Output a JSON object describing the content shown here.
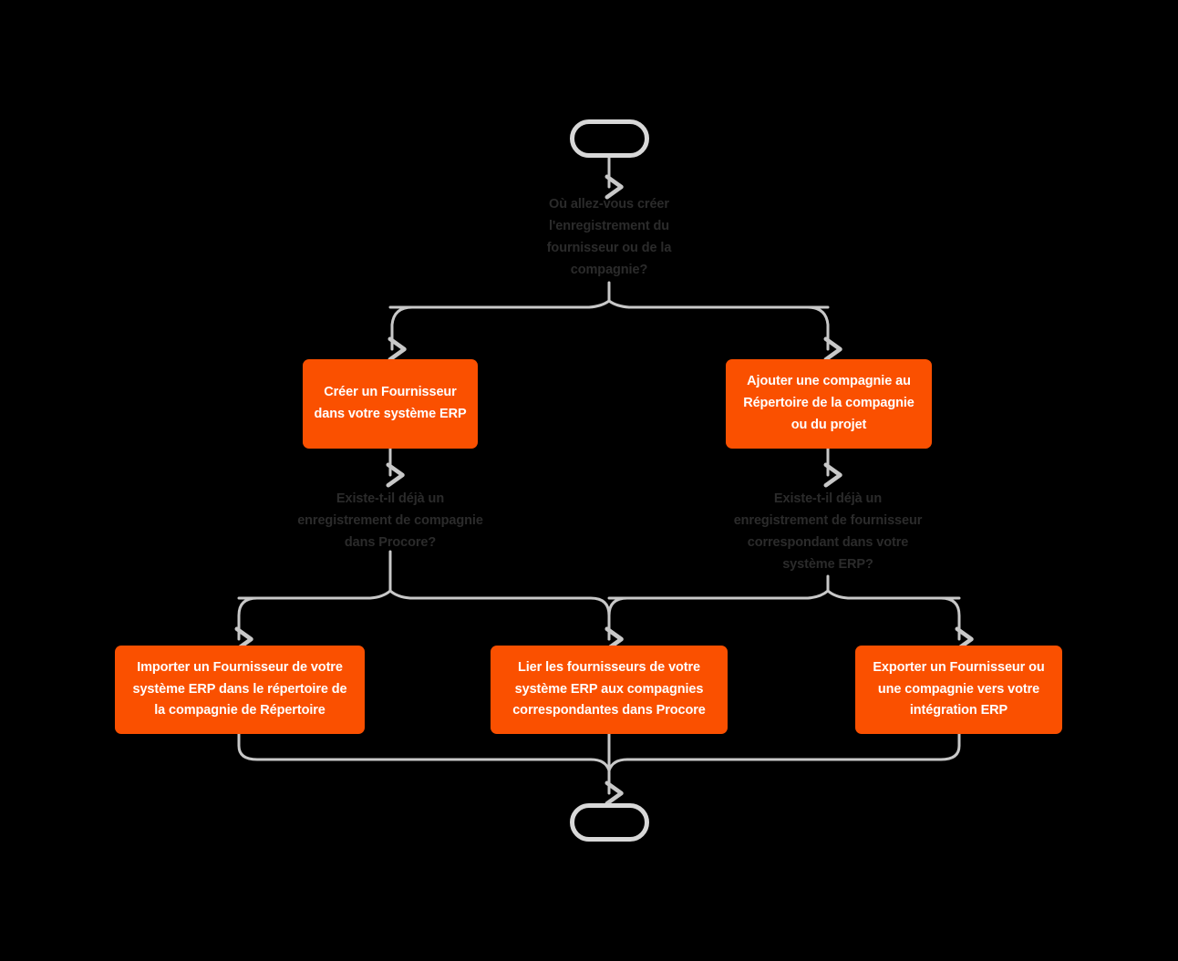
{
  "diagram": {
    "title": "Flux de création de fournisseur ou de compagnie",
    "background_color": "#000000",
    "accent_color": "#fa5000",
    "connector_color": "#c8c8c8",
    "decision_text_color": "#2b2b2b",
    "process_text_color": "#ffffff",
    "nodes": {
      "start": {
        "type": "terminator",
        "label": ""
      },
      "decision_1": {
        "type": "decision",
        "label": "Où allez-vous créer l'enregistrement du fournisseur ou de la compagnie?"
      },
      "process_erp_vendor": {
        "type": "process",
        "label": "Créer un Fournisseur dans votre système ERP"
      },
      "process_add_company": {
        "type": "process",
        "label": "Ajouter une compagnie au Répertoire de la compagnie ou du projet"
      },
      "decision_2_left": {
        "type": "decision",
        "label": "Existe-t-il déjà un enregistrement de compagnie dans Procore?"
      },
      "decision_2_right": {
        "type": "decision",
        "label": "Existe-t-il déjà un enregistrement de fournisseur correspondant dans votre système ERP?"
      },
      "process_import": {
        "type": "process",
        "label": "Importer un Fournisseur de votre système ERP dans le répertoire de la compagnie de Répertoire"
      },
      "process_link": {
        "type": "process",
        "label": "Lier les fournisseurs de votre système ERP aux compagnies correspondantes dans Procore"
      },
      "process_export": {
        "type": "process",
        "label": "Exporter un Fournisseur ou une compagnie vers votre intégration ERP"
      },
      "end": {
        "type": "terminator",
        "label": ""
      }
    }
  }
}
